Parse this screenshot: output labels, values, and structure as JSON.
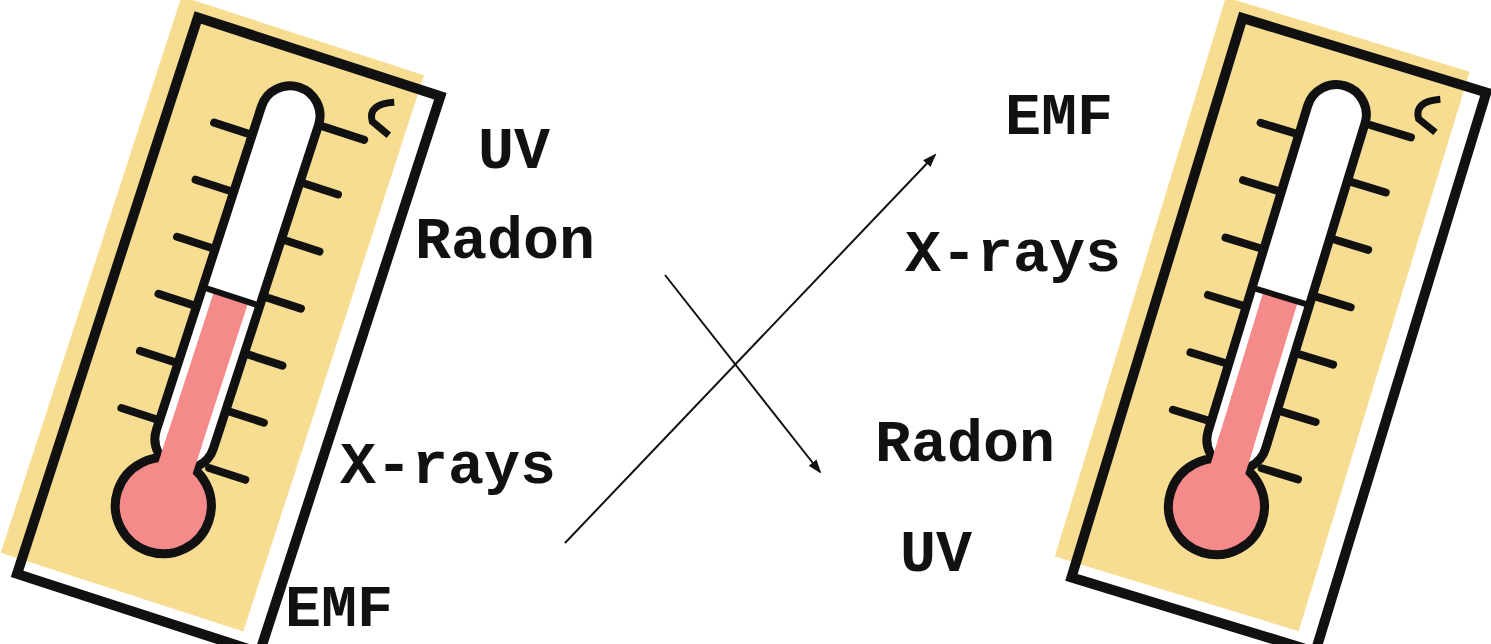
{
  "diagram": {
    "labels": [
      "UV",
      "Radon",
      "X-rays",
      "EMF",
      "EMF",
      "X-rays",
      "Radon",
      "UV"
    ]
  }
}
